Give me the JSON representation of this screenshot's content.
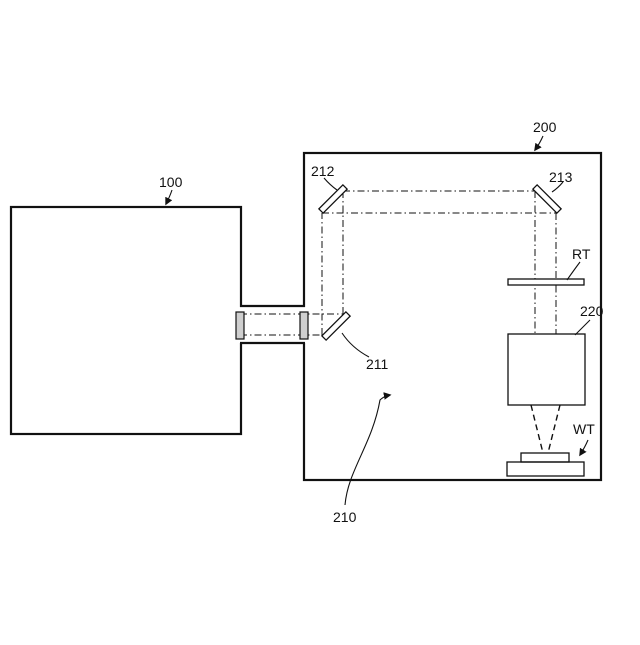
{
  "labels": {
    "laser_source": "100",
    "processing_chamber": "200",
    "optical_system": "210",
    "mirror_1": "211",
    "mirror_2": "212",
    "mirror_3": "213",
    "reticle": "RT",
    "projection_lens": "220",
    "wafer": "WT"
  }
}
